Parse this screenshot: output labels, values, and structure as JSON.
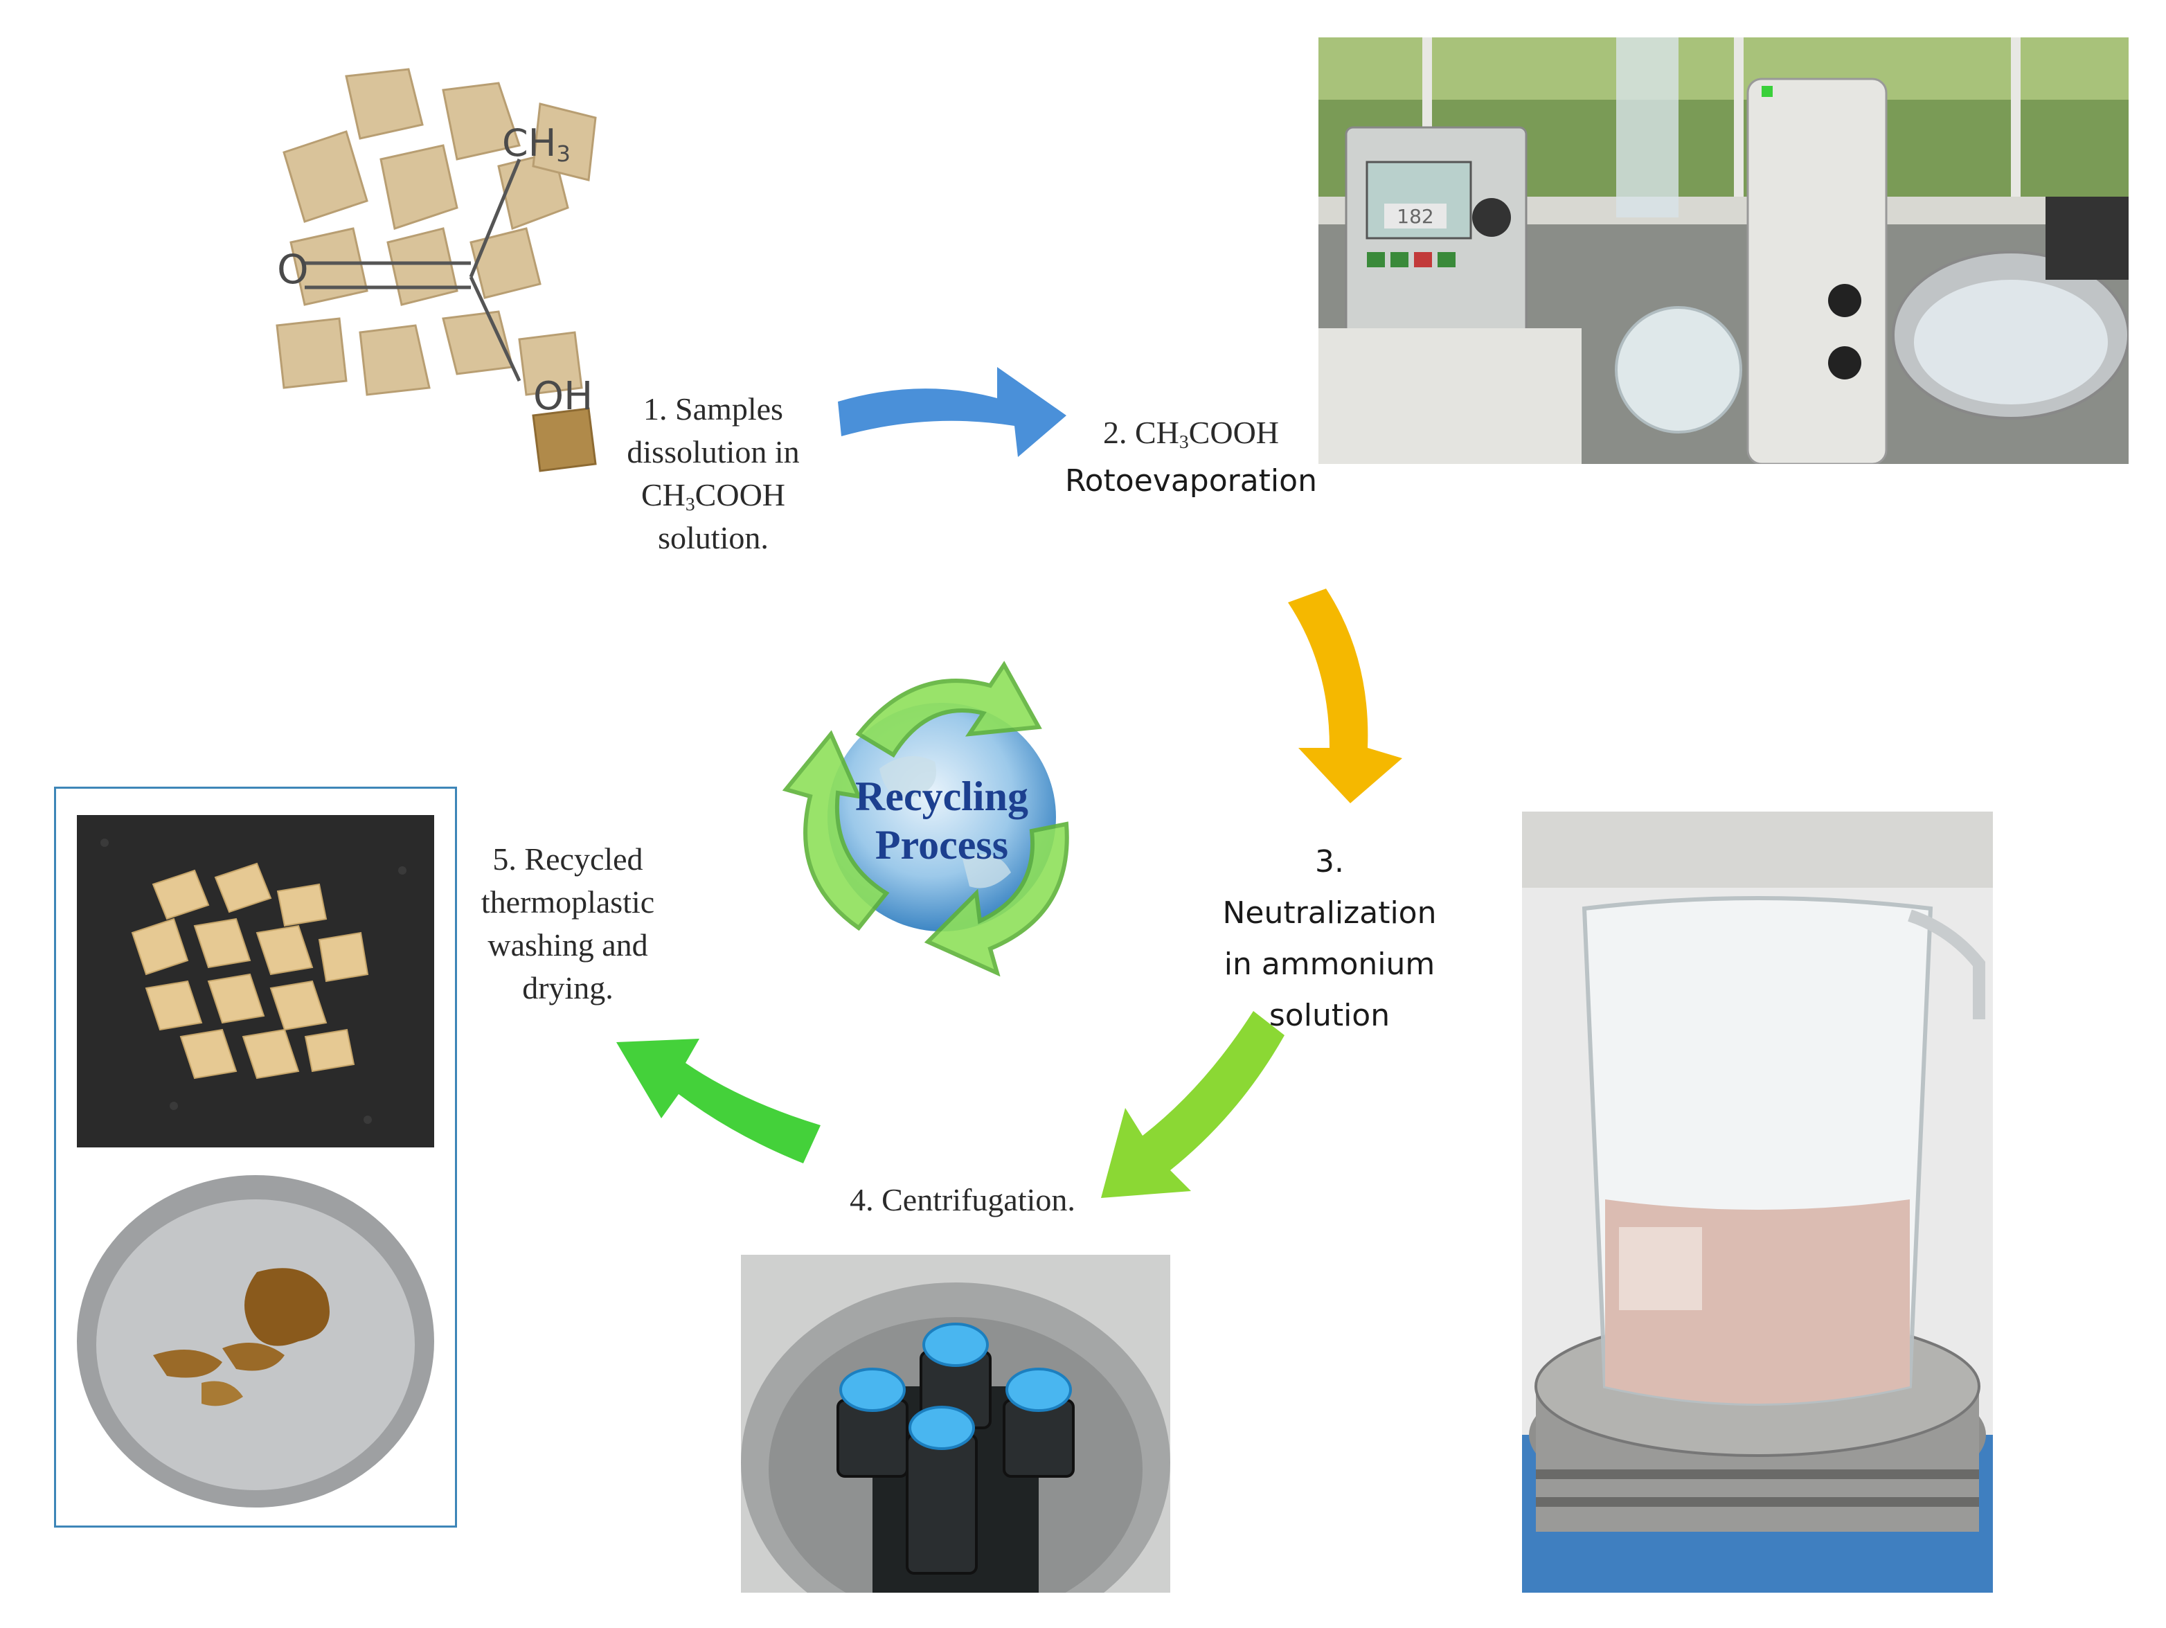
{
  "steps": {
    "step1": {
      "lines": [
        "1. Samples",
        "dissolution in",
        "CH",
        "COOH",
        "solution."
      ],
      "sub": "3"
    },
    "step2": {
      "prefix": "2. CH",
      "sub": "3",
      "suffix": "COOH",
      "line2": "Rotoevaporation"
    },
    "step3": {
      "lines": [
        "3.",
        "Neutralization",
        "in ammonium",
        "solution"
      ]
    },
    "step4": {
      "label": "4. Centrifugation."
    },
    "step5": {
      "lines": [
        "5. Recycled",
        "thermoplastic",
        "washing and",
        "drying."
      ]
    }
  },
  "center_logo": {
    "line1": "Recycling",
    "line2": "Process"
  },
  "molecule": {
    "ch3": "CH",
    "ch3_sub": "3",
    "o": "O",
    "oh": "OH"
  },
  "rotovap_display": "182",
  "colors": {
    "arrow_blue": "#4a90d9",
    "arrow_orange": "#f5b800",
    "arrow_lime": "#8bd834",
    "arrow_green": "#44d13a",
    "frame_border": "#3e86b8",
    "logo_text": "#1c3f8f"
  }
}
